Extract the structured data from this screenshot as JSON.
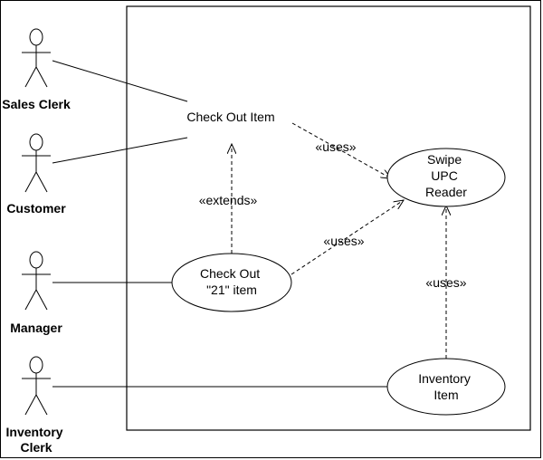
{
  "actors": [
    {
      "id": "sales-clerk",
      "lines": [
        "Sales Clerk"
      ]
    },
    {
      "id": "customer",
      "lines": [
        "Customer"
      ]
    },
    {
      "id": "manager",
      "lines": [
        "Manager"
      ]
    },
    {
      "id": "inventory-clerk",
      "lines": [
        "Inventory",
        "Clerk"
      ]
    }
  ],
  "use_cases": [
    {
      "id": "check-out-item",
      "lines": [
        "Check Out Item"
      ],
      "shape": "none"
    },
    {
      "id": "swipe-upc-reader",
      "lines": [
        "Swipe",
        "UPC",
        "Reader"
      ],
      "shape": "ellipse"
    },
    {
      "id": "check-out-21-item",
      "lines": [
        "Check Out",
        "\"21\" item"
      ],
      "shape": "ellipse"
    },
    {
      "id": "inventory-item",
      "lines": [
        "Inventory",
        "Item"
      ],
      "shape": "ellipse"
    }
  ],
  "relations": [
    {
      "id": "rel-extends",
      "label": "«extends»"
    },
    {
      "id": "rel-uses-1",
      "label": "«uses»"
    },
    {
      "id": "rel-uses-2",
      "label": "«uses»"
    },
    {
      "id": "rel-uses-3",
      "label": "«uses»"
    }
  ],
  "colors": {
    "stroke": "#000000",
    "background": "#ffffff"
  }
}
